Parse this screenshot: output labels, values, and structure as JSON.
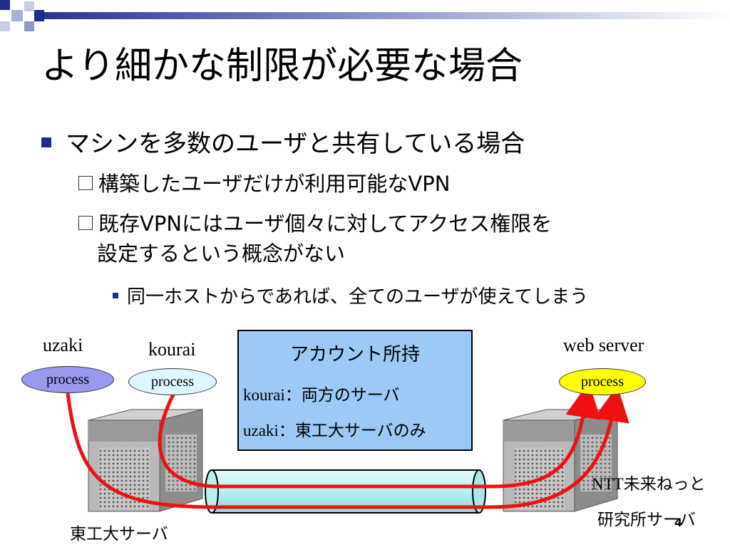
{
  "title": "より細かな制限が必要な場合",
  "bullets": {
    "level1": "マシンを多数のユーザと共有している場合",
    "level2": [
      "構築したユーザだけが利用可能なVPN",
      "既存VPNにはユーザ個々に対してアクセス権限を",
      "設定するという概念がない"
    ],
    "level3": "同一ホストからであれば、全てのユーザが使えてしまう"
  },
  "diagram": {
    "user_uzaki": "uzaki",
    "user_kourai": "kourai",
    "web_server": "web server",
    "process_label": "process",
    "account_title": "アカウント所持",
    "account_kourai_user": "kourai",
    "account_kourai_desc": "：両方のサーバ",
    "account_uzaki_user": "uzaki",
    "account_uzaki_desc": "：東工大サーバのみ",
    "left_server": "東工大サーバ",
    "right_server_line1": "NTT未来ねっと",
    "right_server_line2": "研究所サーバ"
  },
  "page_number": "4",
  "colors": {
    "uzaki_process": "#9999ee",
    "kourai_process": "#ddf6ff",
    "web_process": "#ffff00",
    "account_box": "#9cc9f6",
    "tunnel": "#b8f0f0",
    "arrow": "#ee1111",
    "bullet": "#1e2e8f"
  }
}
